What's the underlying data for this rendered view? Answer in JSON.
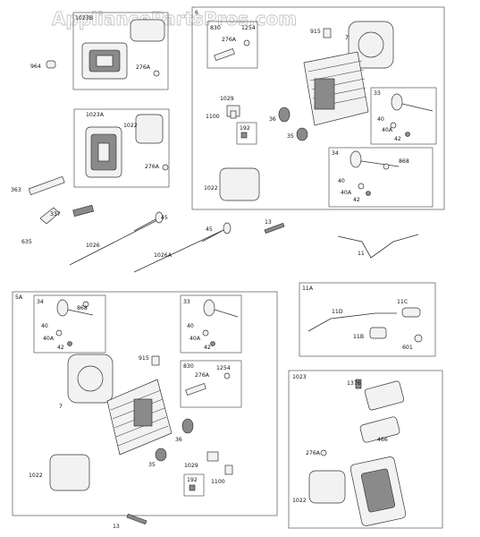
{
  "watermark": "AppliancePartsPros.com",
  "labels": [
    {
      "id": "l1023b",
      "text": "1023B"
    },
    {
      "id": "l964",
      "text": "964"
    },
    {
      "id": "l276a_1",
      "text": "276A"
    },
    {
      "id": "l1023a",
      "text": "1023A"
    },
    {
      "id": "l1022_a",
      "text": "1022"
    },
    {
      "id": "l276a_2",
      "text": "276A"
    },
    {
      "id": "l6",
      "text": "6"
    },
    {
      "id": "l830_t",
      "text": "830"
    },
    {
      "id": "l1254_t",
      "text": "1254"
    },
    {
      "id": "l276a_3",
      "text": "276A"
    },
    {
      "id": "l915_t",
      "text": "915"
    },
    {
      "id": "l7_t",
      "text": "7"
    },
    {
      "id": "l1029_t",
      "text": "1029"
    },
    {
      "id": "l1100_t",
      "text": "1100"
    },
    {
      "id": "l36_t",
      "text": "36"
    },
    {
      "id": "l192_t",
      "text": "192"
    },
    {
      "id": "l35_t",
      "text": "35"
    },
    {
      "id": "l33_t",
      "text": "33"
    },
    {
      "id": "l40_t33",
      "text": "40"
    },
    {
      "id": "l40a_t33",
      "text": "40A"
    },
    {
      "id": "l42_t33",
      "text": "42"
    },
    {
      "id": "l34_t",
      "text": "34"
    },
    {
      "id": "l868_t",
      "text": "868"
    },
    {
      "id": "l40_t34",
      "text": "40"
    },
    {
      "id": "l40a_t34",
      "text": "40A"
    },
    {
      "id": "l42_t34",
      "text": "42"
    },
    {
      "id": "l1022_t",
      "text": "1022"
    },
    {
      "id": "l363",
      "text": "363"
    },
    {
      "id": "l337",
      "text": "337"
    },
    {
      "id": "l635",
      "text": "635"
    },
    {
      "id": "l45_a",
      "text": "45"
    },
    {
      "id": "l1026",
      "text": "1026"
    },
    {
      "id": "l45_b",
      "text": "45"
    },
    {
      "id": "l1026a",
      "text": "1026A"
    },
    {
      "id": "l13_t",
      "text": "13"
    },
    {
      "id": "l11",
      "text": "11"
    },
    {
      "id": "l11a",
      "text": "11A"
    },
    {
      "id": "l11c",
      "text": "11C"
    },
    {
      "id": "l11d",
      "text": "11D"
    },
    {
      "id": "l11b",
      "text": "11B"
    },
    {
      "id": "l601",
      "text": "601"
    },
    {
      "id": "l5a",
      "text": "5A"
    },
    {
      "id": "l34_b",
      "text": "34"
    },
    {
      "id": "l868_b",
      "text": "868"
    },
    {
      "id": "l40_b34",
      "text": "40"
    },
    {
      "id": "l40a_b34",
      "text": "40A"
    },
    {
      "id": "l42_b34",
      "text": "42"
    },
    {
      "id": "l33_b",
      "text": "33"
    },
    {
      "id": "l40_b33",
      "text": "40"
    },
    {
      "id": "l40a_b33",
      "text": "40A"
    },
    {
      "id": "l42_b33",
      "text": "42"
    },
    {
      "id": "l915_b",
      "text": "915"
    },
    {
      "id": "l830_b",
      "text": "830"
    },
    {
      "id": "l276a_b",
      "text": "276A"
    },
    {
      "id": "l1254_b",
      "text": "1254"
    },
    {
      "id": "l7_b",
      "text": "7"
    },
    {
      "id": "l36_b",
      "text": "36"
    },
    {
      "id": "l35_b",
      "text": "35"
    },
    {
      "id": "l1029_b",
      "text": "1029"
    },
    {
      "id": "l1022_b",
      "text": "1022"
    },
    {
      "id": "l192_b",
      "text": "192"
    },
    {
      "id": "l1100_b",
      "text": "1100"
    },
    {
      "id": "l13_b",
      "text": "13"
    },
    {
      "id": "l1023",
      "text": "1023"
    },
    {
      "id": "l1376",
      "text": "1376"
    },
    {
      "id": "l466",
      "text": "466"
    },
    {
      "id": "l276a_c",
      "text": "276A"
    },
    {
      "id": "l1022_c",
      "text": "1022"
    }
  ]
}
